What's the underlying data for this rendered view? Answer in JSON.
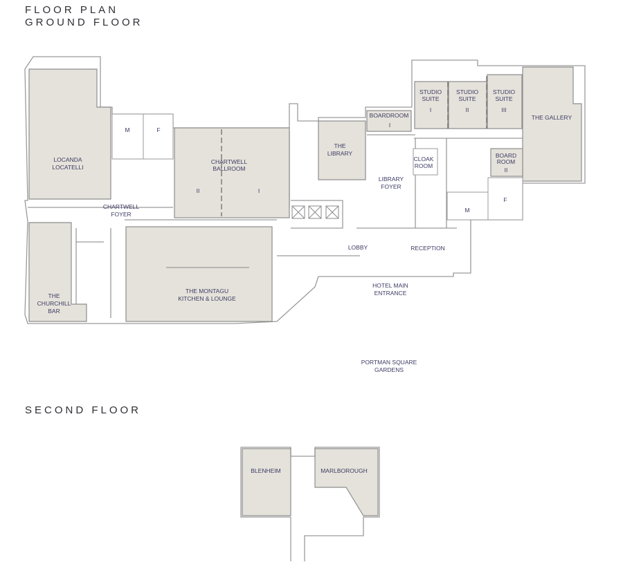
{
  "headings": {
    "title": "FLOOR PLAN",
    "ground_floor": "GROUND FLOOR",
    "second_floor": "SECOND FLOOR"
  },
  "ground_floor": {
    "locanda": [
      "LOCANDA",
      "LOCATELLI"
    ],
    "mens": "M",
    "ladies": "F",
    "ballroom": [
      "CHARTWELL",
      "BALLROOM"
    ],
    "ballroom_2": "II",
    "ballroom_1": "I",
    "chartwell_foyer": [
      "CHARTWELL",
      "FOYER"
    ],
    "churchill": [
      "THE",
      "CHURCHILL",
      "BAR"
    ],
    "montagu": [
      "THE MONTAGU",
      "KITCHEN & LOUNGE"
    ],
    "library": [
      "THE",
      "LIBRARY"
    ],
    "boardroom_1": [
      "BOARDROOM",
      "I"
    ],
    "studio_1": [
      "STUDIO",
      "SUITE",
      "I"
    ],
    "studio_2": [
      "STUDIO",
      "SUITE",
      "II"
    ],
    "studio_3": [
      "STUDIO",
      "SUITE",
      "III"
    ],
    "gallery": "THE GALLERY",
    "cloak": [
      "CLOAK",
      "ROOM"
    ],
    "boardroom_2": [
      "BOARD",
      "ROOM",
      "II"
    ],
    "library_foyer": [
      "LIBRARY",
      "FOYER"
    ],
    "mens_east": "M",
    "ladies_east": "F",
    "lobby": "LOBBY",
    "reception": "RECEPTION",
    "entrance": [
      "HOTEL MAIN",
      "ENTRANCE"
    ],
    "gardens": [
      "PORTMAN SQUARE",
      "GARDENS"
    ]
  },
  "second_floor": {
    "blenheim": "BLENHEIM",
    "marlborough": "MARLBOROUGH"
  }
}
